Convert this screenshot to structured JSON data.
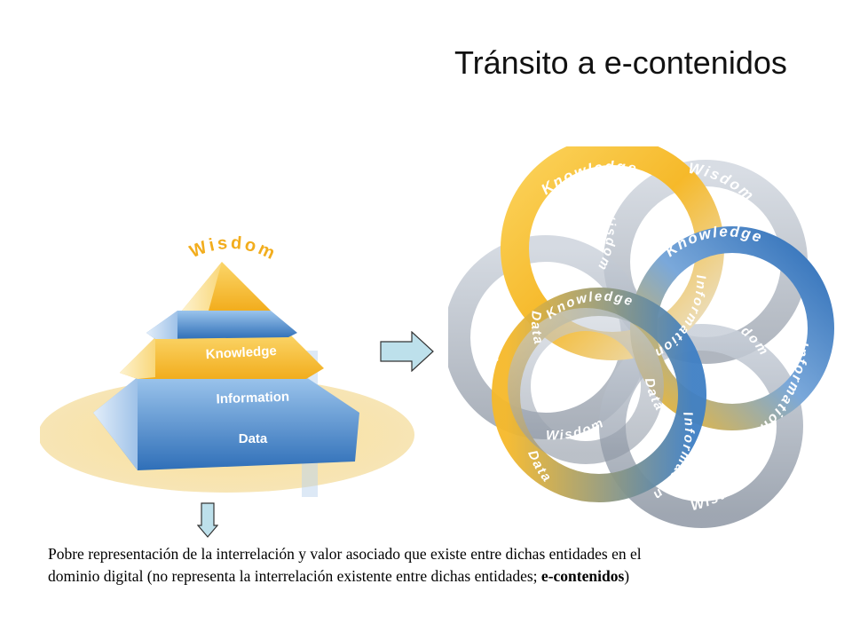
{
  "slide": {
    "title": "Tránsito a e-contenidos"
  },
  "pyramid": {
    "levels": [
      "Wisdom",
      "Knowledge",
      "Information",
      "Data"
    ]
  },
  "rings": {
    "labels": {
      "knowledge": "Knowledge",
      "wisdom": "Wisdom",
      "information": "Information",
      "data": "Data"
    }
  },
  "caption": {
    "line1": "Pobre representación de la interrelación y valor asociado que  existe entre dichas entidades en el",
    "line2_start": "dominio digital (no representa la interrelación existente entre dichas entidades; ",
    "line2_bold": "e-contenidos",
    "line2_end": ")"
  },
  "colors": {
    "gold": "#f6b92a",
    "blue": "#3f7fc4",
    "gray": "#9aa4b2",
    "arrow_fill": "#bde0eb",
    "arrow_stroke": "#333333"
  },
  "icons": [
    "arrow-right-icon",
    "arrow-down-icon"
  ]
}
